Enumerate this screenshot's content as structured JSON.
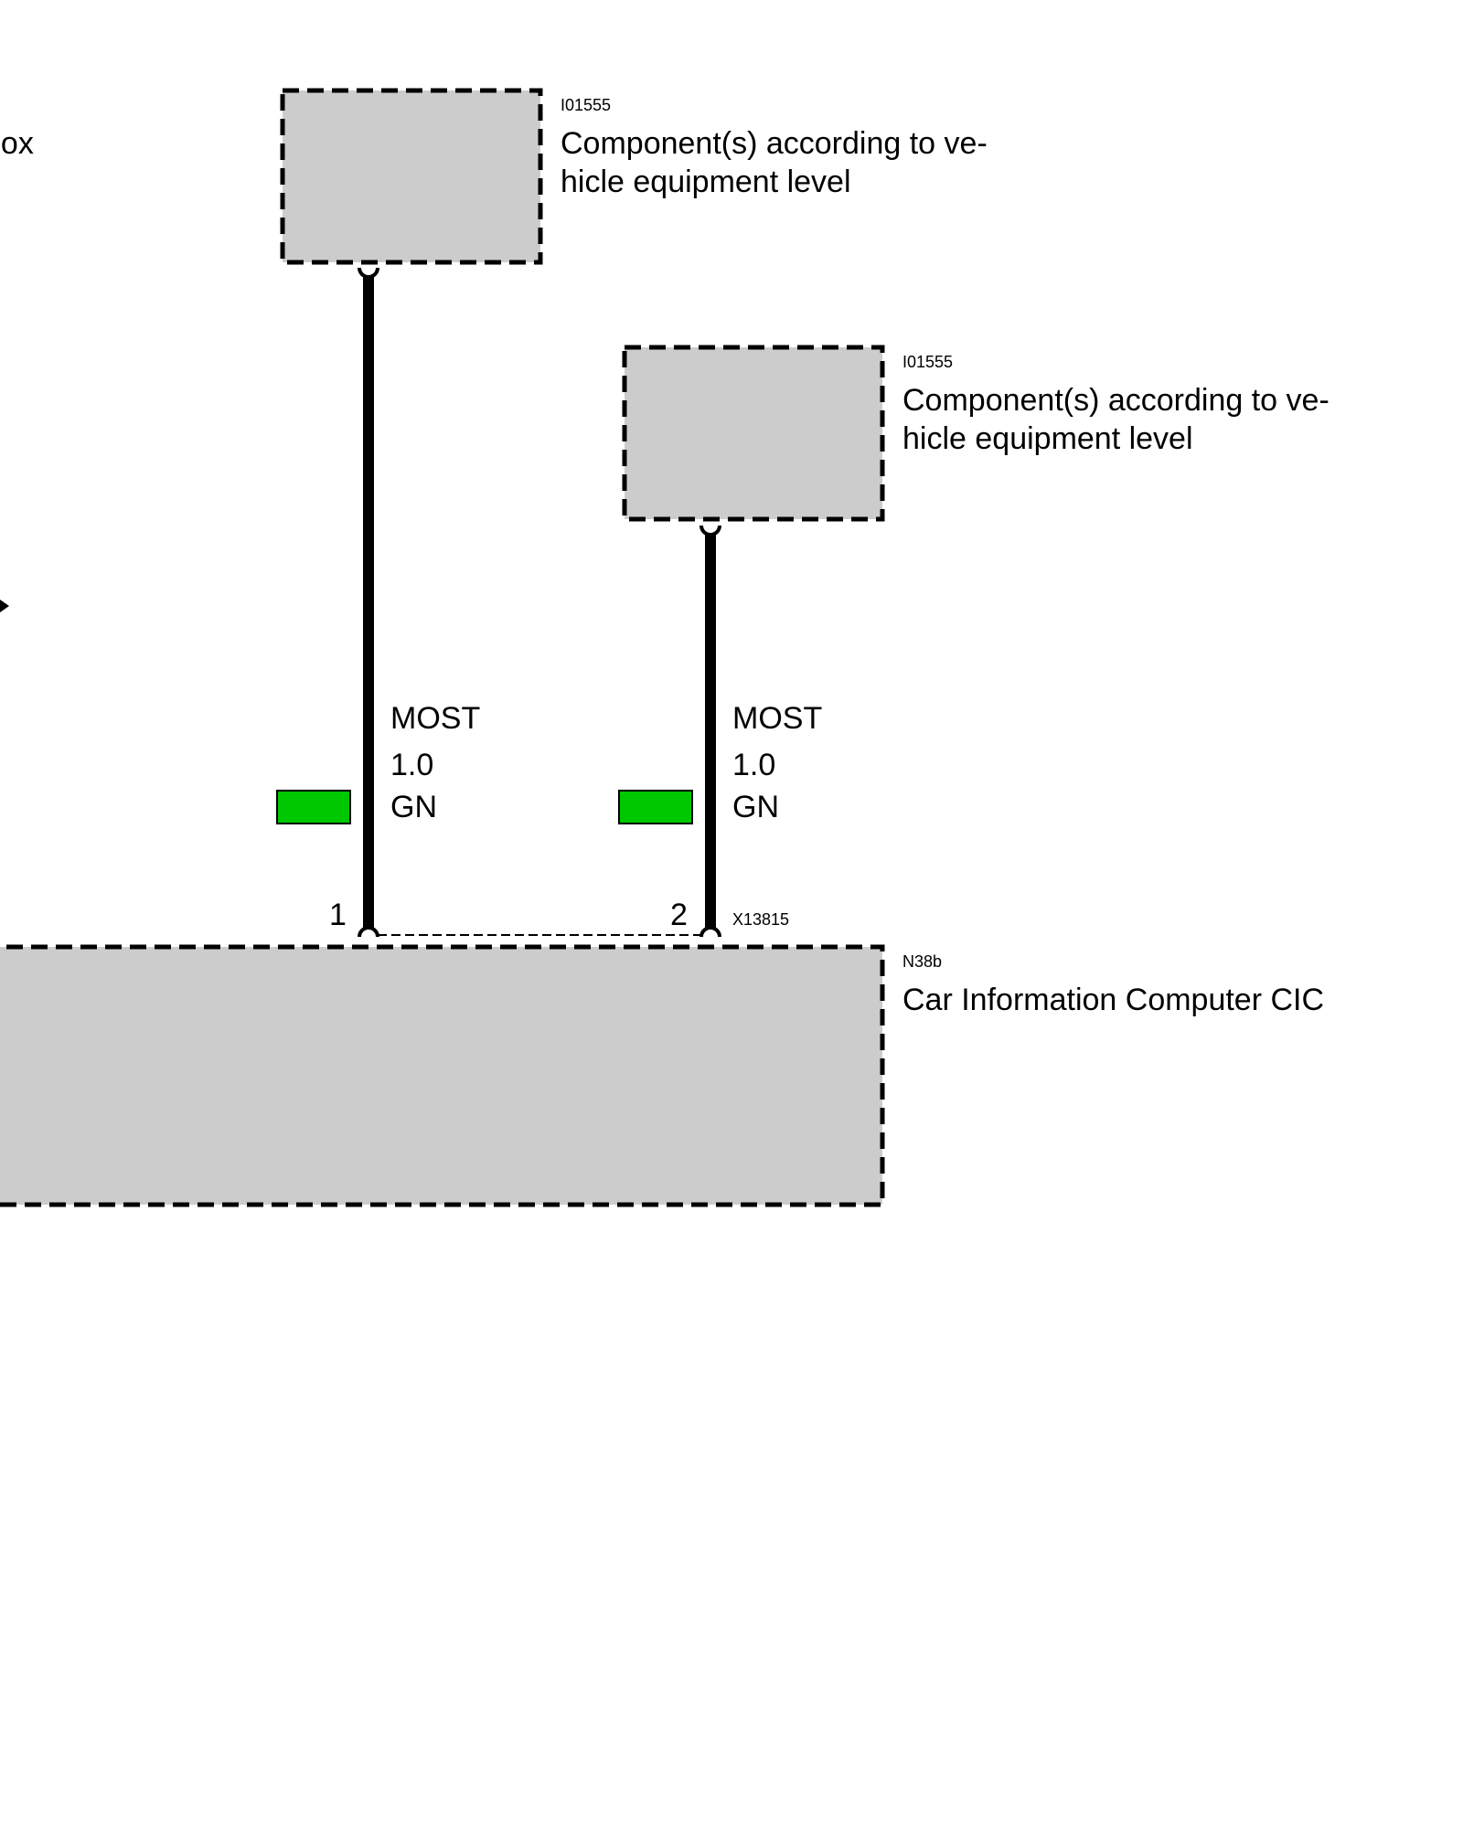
{
  "partial_left_label": "box",
  "components": [
    {
      "id": "comp-top-left",
      "code": "I01555",
      "description_line1": "Component(s) according to ve-",
      "description_line2": "hicle equipment level"
    },
    {
      "id": "comp-top-right",
      "code": "I01555",
      "description_line1": "Component(s) according to ve-",
      "description_line2": "hicle equipment level"
    }
  ],
  "control_unit": {
    "code": "N38b",
    "description": "Car Information Computer CIC"
  },
  "connector": {
    "code": "X13815"
  },
  "wires": [
    {
      "pin": "1",
      "signal": "MOST",
      "cross_section": "1.0",
      "color_code": "GN",
      "swatch_color": "#00c800"
    },
    {
      "pin": "2",
      "signal": "MOST",
      "cross_section": "1.0",
      "color_code": "GN",
      "swatch_color": "#00c800"
    }
  ],
  "colors": {
    "box_fill": "#cccccc",
    "wire": "#000000",
    "wire_green": "#00c800"
  }
}
